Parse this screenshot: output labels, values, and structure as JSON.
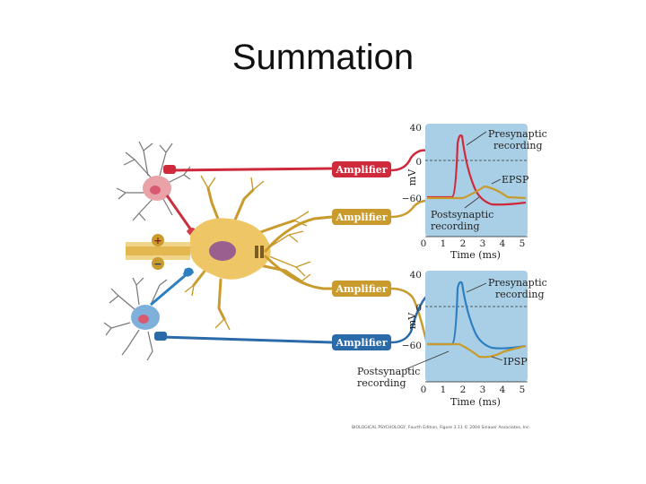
{
  "title": "Summation",
  "colors": {
    "excitatory": "#d63a4c",
    "inhibitory": "#2d7fc0",
    "postsynaptic": "#e8b84a",
    "panel_bg": "#a9cfe6",
    "amplifier_red": "#cf2a3c",
    "amplifier_gold": "#c99a2c",
    "amplifier_blue": "#2b6aa8"
  },
  "amplifiers": [
    "Amplifier",
    "Amplifier",
    "Amplifier",
    "Amplifier"
  ],
  "synapse_signs": {
    "plus": "+",
    "minus": "−"
  },
  "top_panel": {
    "y_ticks": [
      "40",
      "0",
      "−60"
    ],
    "y_label": "mV",
    "presynaptic_label": [
      "Presynaptic",
      "recording"
    ],
    "epsp_label": "EPSP",
    "postsynaptic_label": [
      "Postsynaptic",
      "recording"
    ],
    "x_ticks": [
      "0",
      "1",
      "2",
      "3",
      "4",
      "5"
    ],
    "x_label": "Time (ms)"
  },
  "bottom_panel": {
    "y_ticks": [
      "40",
      "0",
      "−60"
    ],
    "y_label": "mV",
    "presynaptic_label": [
      "Presynaptic",
      "recording"
    ],
    "ipsp_label": "IPSP",
    "postsynaptic_label": [
      "Postsynaptic",
      "recording"
    ],
    "x_ticks": [
      "0",
      "1",
      "2",
      "3",
      "4",
      "5"
    ],
    "x_label": "Time (ms)"
  },
  "credit": "BIOLOGICAL PSYCHOLOGY, Fourth Edition, Figure 3.11 © 2004 Sinauer Associates, Inc."
}
